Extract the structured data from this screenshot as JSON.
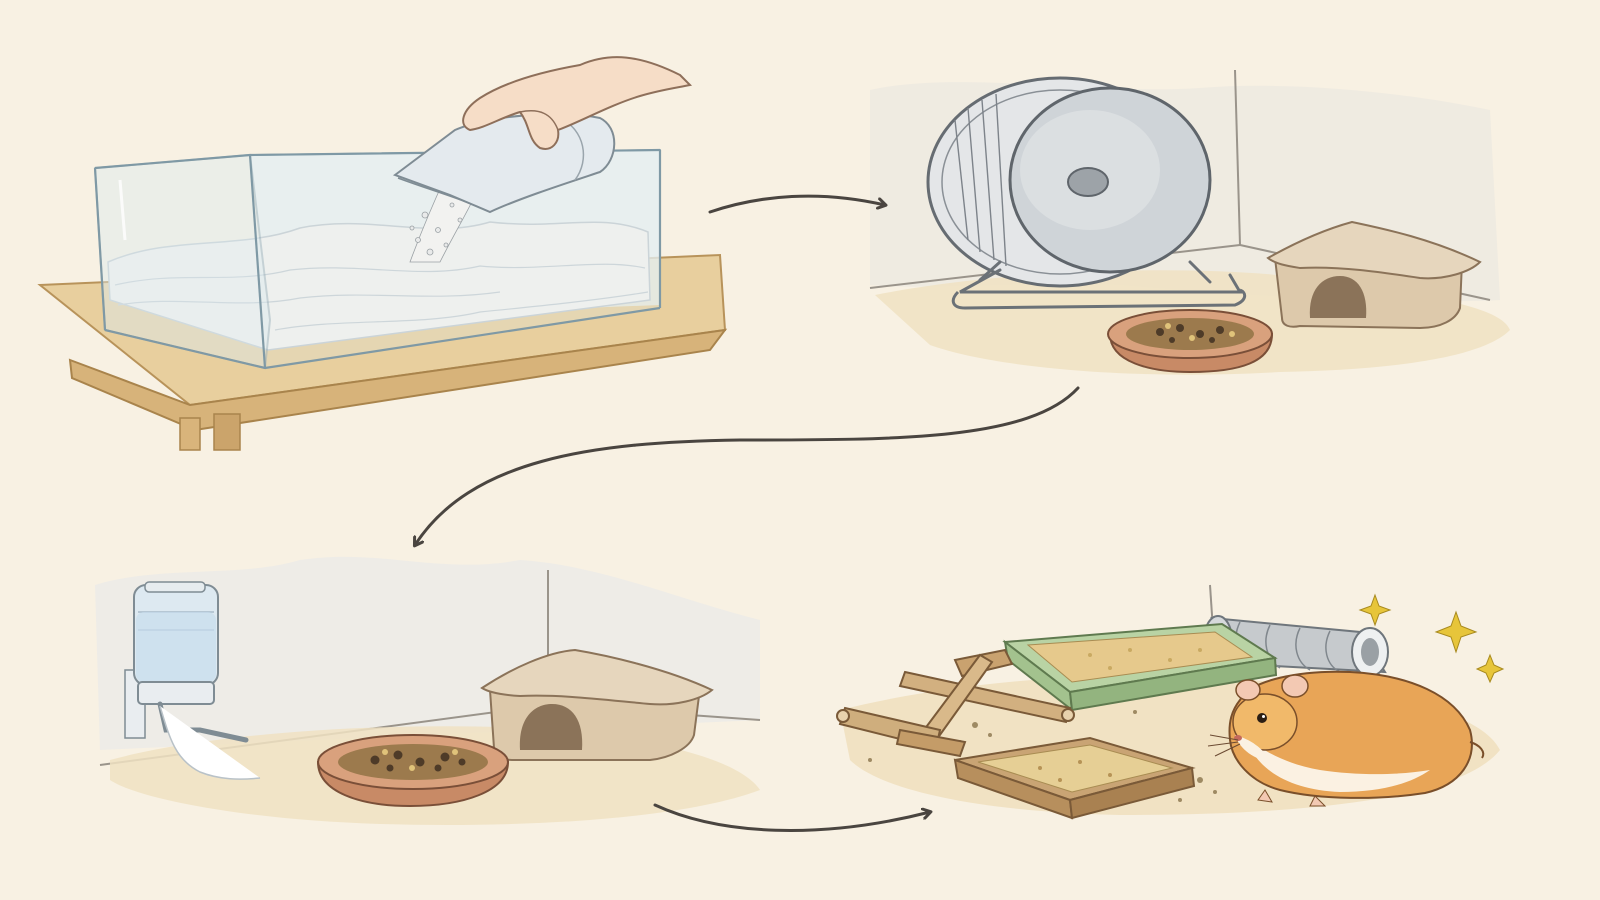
{
  "steps": [
    {
      "id": "tank-bedding",
      "icons": [
        "glass-tank-icon",
        "hand-icon",
        "scoop-icon",
        "bedding-icon",
        "table-icon"
      ]
    },
    {
      "id": "wheel-hide-bowl",
      "icons": [
        "exercise-wheel-icon",
        "hideout-icon",
        "food-bowl-icon"
      ]
    },
    {
      "id": "water-hide-bowl",
      "icons": [
        "water-bottle-icon",
        "hideout-icon",
        "food-bowl-icon"
      ]
    },
    {
      "id": "enriched-habitat",
      "icons": [
        "chew-sticks-icon",
        "sand-bath-icon",
        "tunnel-icon",
        "dig-box-icon",
        "hamster-icon",
        "sparkle-icon"
      ]
    }
  ],
  "flow": [
    "tank-bedding",
    "wheel-hide-bowl",
    "water-hide-bowl",
    "enriched-habitat"
  ],
  "colors": {
    "background": "#f8f1e3",
    "ink": "#4a4540",
    "wood": "#e2c38b",
    "glass": "#d9e9ef",
    "bedding": "#f4f2ee",
    "clay": "#c88a66",
    "stone": "#d8c6a8",
    "metal": "#b9bec3",
    "tray": "#b9d3a4",
    "sand": "#e6c98c",
    "hamster": "#e8a557",
    "sparkle": "#e7c53a"
  }
}
